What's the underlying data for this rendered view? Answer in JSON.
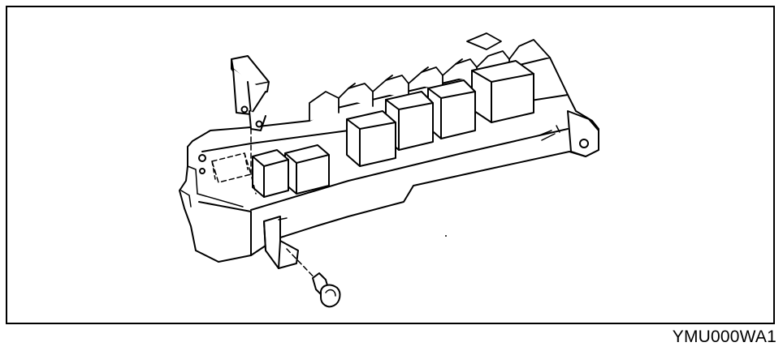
{
  "figure": {
    "code": "YMU000WA1"
  },
  "parts": {
    "housing": "fuse-relay-box",
    "fuse": "removable-fuse",
    "puller": "fuse-puller-pin"
  }
}
